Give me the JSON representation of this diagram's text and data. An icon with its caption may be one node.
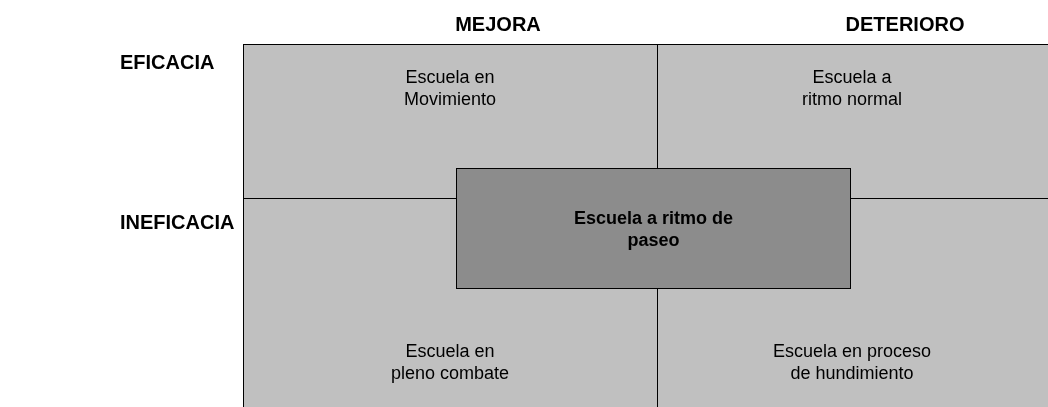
{
  "diagram": {
    "nodes": [
      {
        "text": [
          "Escuela en Movimiento"
        ]
      },
      {
        "text": [
          "Escuela a ritmo normal"
        ]
      },
      {
        "text": [
          "Escuela a ritmo de paseo"
        ]
      },
      {
        "text": [
          "Escuela en pleno combate"
        ]
      },
      {
        "text": [
          "Escuela en proceso de hundimiento"
        ]
      }
    ],
    "edges": [],
    "labels": [
      "MEJORA",
      "DETERIORO",
      "EFICACIA",
      "INEFICACIA"
    ]
  }
}
